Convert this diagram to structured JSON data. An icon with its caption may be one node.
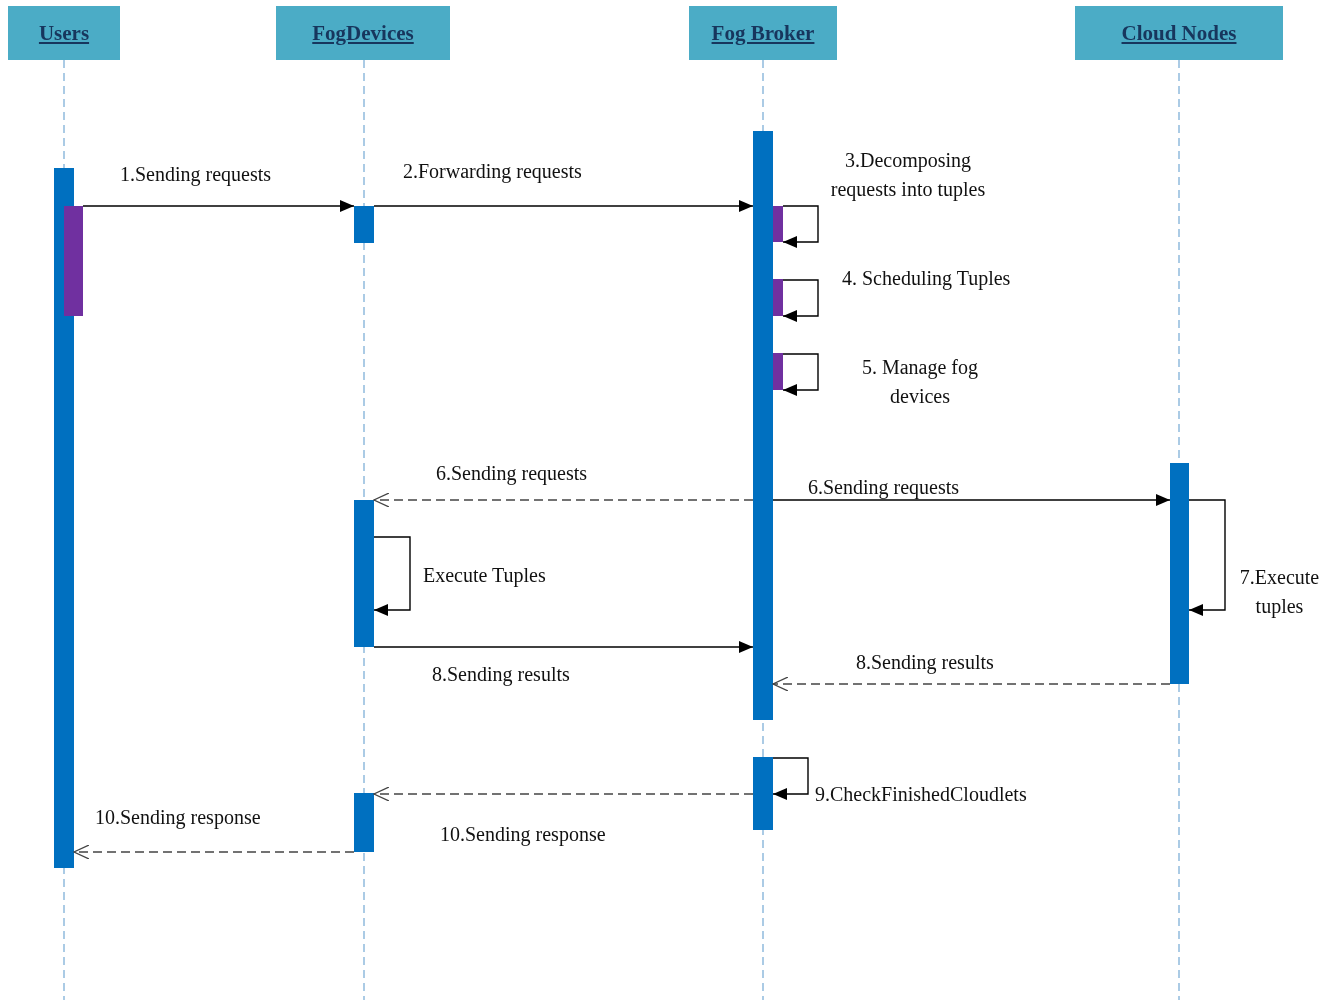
{
  "diagram": {
    "nodes": [
      {
        "text": [
          "Users"
        ]
      },
      {
        "text": [
          "FogDevices"
        ]
      },
      {
        "text": [
          "Fog Broker"
        ]
      },
      {
        "text": [
          "Cloud Nodes"
        ]
      },
      {
        "text": [],
        "shape": "bar"
      },
      {
        "text": [],
        "shape": "bar"
      },
      {
        "text": [],
        "shape": "bar"
      },
      {
        "text": [],
        "shape": "bar"
      },
      {
        "text": [],
        "shape": "bar"
      },
      {
        "text": [],
        "shape": "bar"
      },
      {
        "text": [],
        "shape": "bar"
      },
      {
        "text": [],
        "shape": "bar"
      },
      {
        "text": [],
        "shape": "bar"
      },
      {
        "text": [],
        "shape": "bar"
      },
      {
        "text": [],
        "shape": "bar"
      }
    ],
    "edges": [
      {
        "from": 5,
        "to": 6,
        "arrow": "to",
        "label": "1.Sending requests"
      },
      {
        "from": 6,
        "to": 7,
        "arrow": "to",
        "label": "2.Forwarding requests"
      },
      {
        "from": 8,
        "to": 8,
        "arrow": "to",
        "label": "3.Decomposing requests into tuples"
      },
      {
        "from": 9,
        "to": 9,
        "arrow": "to",
        "label": "4. Scheduling Tuples"
      },
      {
        "from": 10,
        "to": 10,
        "arrow": "to",
        "label": "5. Manage fog devices"
      },
      {
        "from": 7,
        "to": 12,
        "arrow": "to",
        "label": "6.Sending requests",
        "style": "dashed"
      },
      {
        "from": 7,
        "to": 11,
        "arrow": "to",
        "label": "6.Sending requests"
      },
      {
        "from": 12,
        "to": 12,
        "arrow": "to",
        "label": "Execute Tuples"
      },
      {
        "from": 11,
        "to": 11,
        "arrow": "to",
        "label": "7.Execute tuples"
      },
      {
        "from": 12,
        "to": 7,
        "arrow": "to",
        "label": "8.Sending results"
      },
      {
        "from": 11,
        "to": 7,
        "arrow": "to",
        "label": "8.Sending results",
        "style": "dashed"
      },
      {
        "from": 13,
        "to": 13,
        "arrow": "to",
        "label": "9.CheckFinishedCloudlets"
      },
      {
        "from": 13,
        "to": 14,
        "arrow": "to",
        "label": "10.Sending response",
        "style": "dashed"
      },
      {
        "from": 14,
        "to": 4,
        "arrow": "to",
        "label": "10.Sending response",
        "style": "dashed"
      }
    ]
  }
}
